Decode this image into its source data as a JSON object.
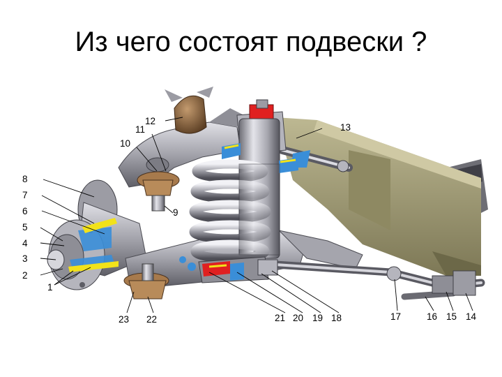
{
  "slide": {
    "title": "Из чего состоят подвески ?"
  },
  "diagram": {
    "labels": {
      "l1": "1",
      "l2": "2",
      "l3": "3",
      "l4": "4",
      "l5": "5",
      "l6": "6",
      "l7": "7",
      "l8": "8",
      "l9": "9",
      "l10": "10",
      "l11": "11",
      "l12": "12",
      "l13": "13",
      "l14": "14",
      "l15": "15",
      "l16": "16",
      "l17": "17",
      "l18": "18",
      "l19": "19",
      "l20": "20",
      "l21": "21",
      "l22": "22",
      "l23": "23"
    },
    "colors": {
      "metal_light": "#c9c9cf",
      "metal_mid": "#9a9aa2",
      "metal_dark": "#5e5e66",
      "frame": "#a39e78",
      "frame_dark": "#77734f",
      "highlight_blue": "#3a8ed8",
      "highlight_yellow": "#f2e21a",
      "highlight_red": "#e02020",
      "bumper_brown": "#8a6440"
    }
  }
}
